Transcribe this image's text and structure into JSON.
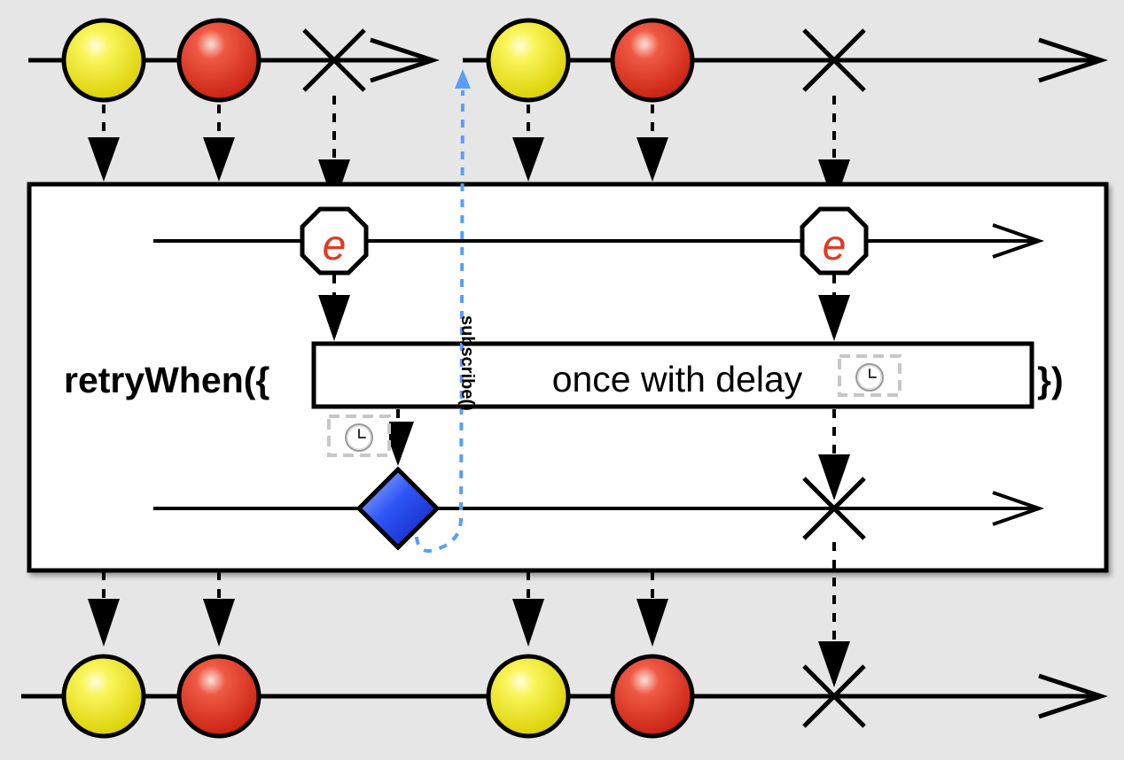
{
  "operator": {
    "prefix": "retryWhen({",
    "suffix": "})",
    "function_label": "once with delay"
  },
  "subscribe_label": "subscribe()",
  "error_symbol": "e",
  "colors": {
    "background": "#e6e6e6",
    "yellow": "#f2ef1c",
    "red": "#e3301c",
    "blue": "#1f3ff2",
    "subscribe_line": "#5a9ef5",
    "error_text": "#e03a24",
    "stroke": "#000000"
  },
  "icons": {
    "clock": "clock-icon",
    "error": "error-octagon-icon",
    "termination": "cross-icon",
    "notification": "diamond-icon"
  }
}
